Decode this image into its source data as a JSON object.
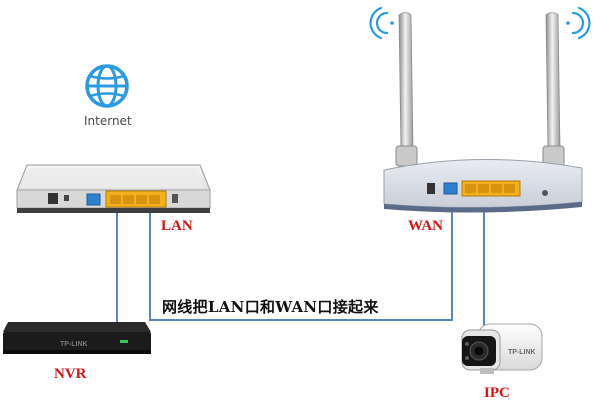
{
  "internet": {
    "label": "Internet"
  },
  "labels": {
    "lan": "LAN",
    "wan": "WAN",
    "nvr": "NVR",
    "ipc": "IPC"
  },
  "caption": "网线把LAN口和WAN口接起来",
  "brand": {
    "camera_logo": "TP-LINK",
    "nvr_logo": "TP-LINK"
  },
  "colors": {
    "cable": "#5b84c4",
    "label_red": "#d51313",
    "globe": "#2a9be0",
    "wifi": "#2a9be0",
    "lan_ports": "#f2b01e",
    "wan_port": "#2e7fd0"
  },
  "icons": [
    "globe-icon",
    "wifi-signal-icon",
    "router-icon",
    "nvr-icon",
    "ip-camera-icon"
  ]
}
